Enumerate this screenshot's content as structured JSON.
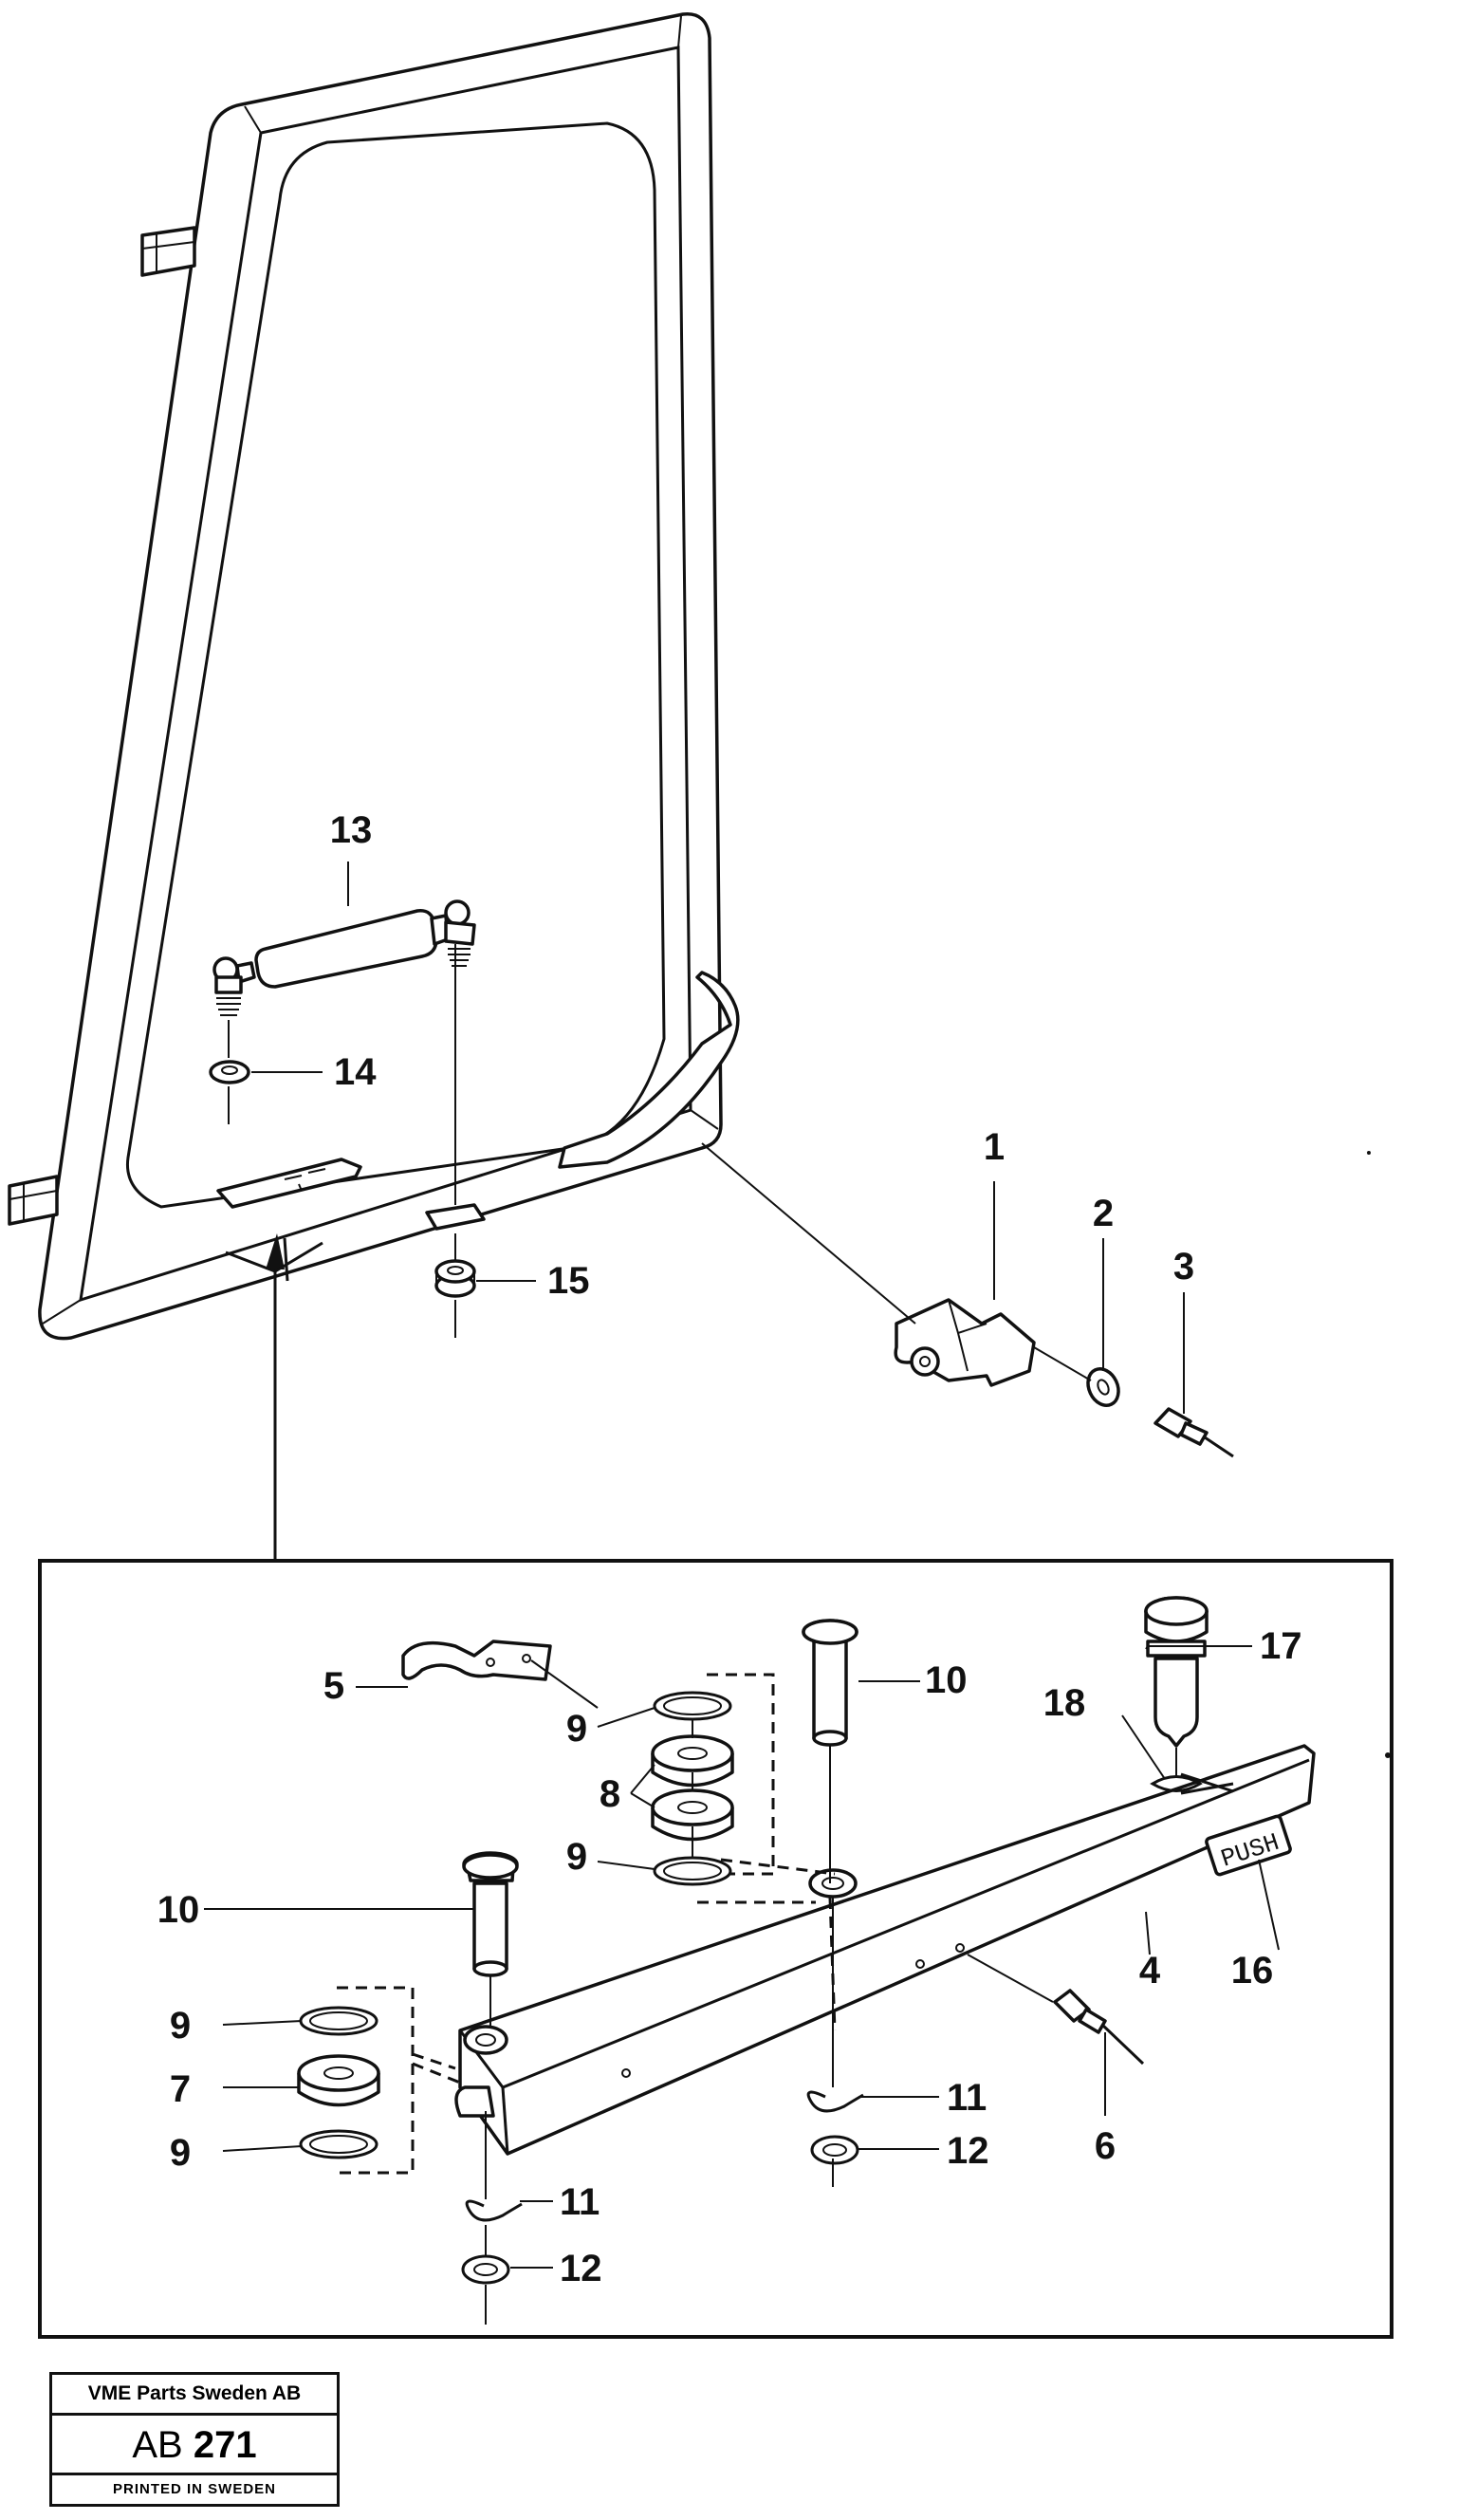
{
  "callouts": {
    "c1": "1",
    "c2": "2",
    "c3": "3",
    "c4": "4",
    "c5": "5",
    "c6": "6",
    "c7": "7",
    "c8": "8",
    "c9a": "9",
    "c9b": "9",
    "c9c": "9",
    "c9d": "9",
    "c10a": "10",
    "c10b": "10",
    "c11a": "11",
    "c11b": "11",
    "c12a": "12",
    "c12b": "12",
    "c13": "13",
    "c14": "14",
    "c15": "15",
    "c16": "16",
    "c17": "17",
    "c18": "18"
  },
  "part_text": {
    "push_label": "PUSH"
  },
  "footer": {
    "company": "VME Parts Sweden AB",
    "code_prefix": "AB",
    "code_number": "271",
    "printed": "PRINTED IN SWEDEN"
  }
}
